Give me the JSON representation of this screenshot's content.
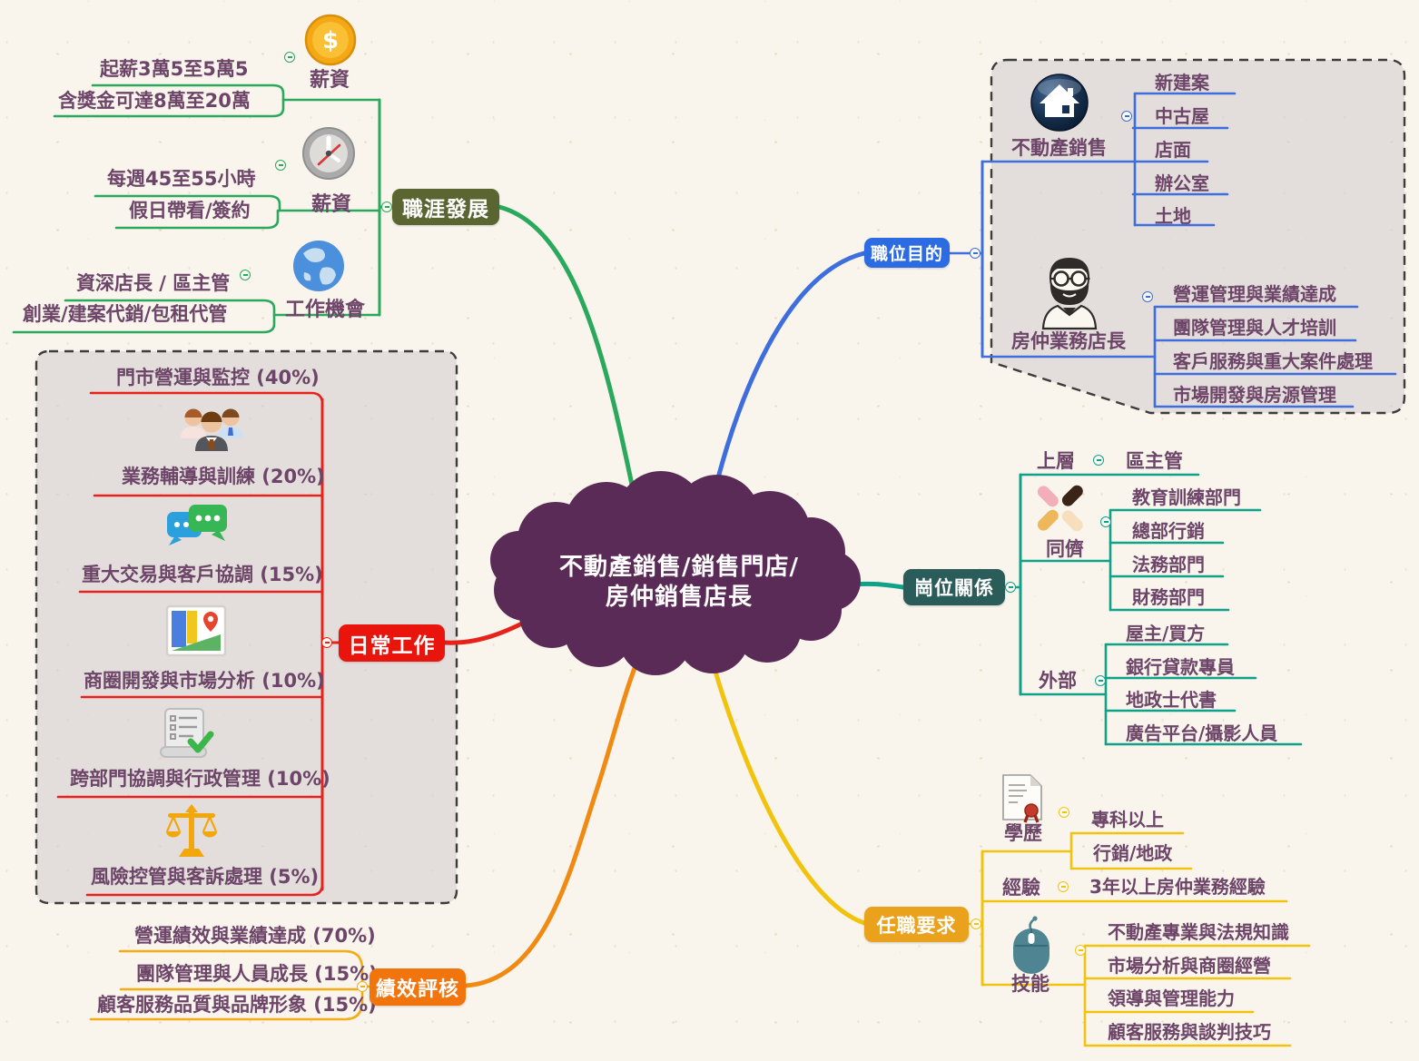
{
  "center": {
    "line1": "不動產銷售/銷售門店/",
    "line2": "房仲銷售店長"
  },
  "colors": {
    "career_line": "#2aa85c",
    "career_node": "#5b6532",
    "purpose_line": "#3e6edd",
    "purpose_node": "#2d6be2",
    "daily_line": "#e7221a",
    "daily_node": "#e9150d",
    "relations_line": "#10a189",
    "relations_node": "#2a5c59",
    "performance_line": "#f3ac14",
    "performance_curve": "#f08a12",
    "performance_node": "#f2740d",
    "requirements_line": "#f2c30d",
    "requirements_node": "#eaa21c",
    "cloud": "#5a2b57",
    "text": "#6d4568"
  },
  "icons": {
    "coin_symbol": "$"
  },
  "career": {
    "node": "職涯發展",
    "salary": {
      "label": "薪資",
      "items": [
        "起薪3萬5至5萬5",
        "含獎金可達8萬至20萬"
      ]
    },
    "hours": {
      "label": "薪資",
      "items": [
        "每週45至55小時",
        "假日帶看/簽約"
      ]
    },
    "opportunity": {
      "label": "工作機會",
      "items": [
        "資深店長 / 區主管",
        "創業/建案代銷/包租代管"
      ]
    }
  },
  "purpose": {
    "node": "職位目的",
    "sales": {
      "label": "不動產銷售",
      "items": [
        "新建案",
        "中古屋",
        "店面",
        "辦公室",
        "土地"
      ]
    },
    "manager": {
      "label": "房仲業務店長",
      "items": [
        "營運管理與業績達成",
        "團隊管理與人才培訓",
        "客戶服務與重大案件處理",
        "市場開發與房源管理"
      ]
    }
  },
  "daily": {
    "node": "日常工作",
    "items": [
      "門市營運與監控 (40%)",
      "業務輔導與訓練 (20%)",
      "重大交易與客戶協調 (15%)",
      "商圈開發與市場分析 (10%)",
      "跨部門協調與行政管理 (10%)",
      "風險控管與客訴處理 (5%)"
    ]
  },
  "relations": {
    "node": "崗位關係",
    "upper": {
      "label": "上層",
      "item": "區主管"
    },
    "peers": {
      "label": "同儕",
      "items": [
        "教育訓練部門",
        "總部行銷",
        "法務部門",
        "財務部門"
      ]
    },
    "external": {
      "label": "外部",
      "items": [
        "屋主/買方",
        "銀行貸款專員",
        "地政士代書",
        "廣告平台/攝影人員"
      ]
    }
  },
  "performance": {
    "node": "績效評核",
    "items": [
      "營運績效與業績達成 (70%)",
      "團隊管理與人員成長 (15%)",
      "顧客服務品質與品牌形象 (15%)"
    ]
  },
  "requirements": {
    "node": "任職要求",
    "education": {
      "label": "學歷",
      "items": [
        "專科以上",
        "行銷/地政"
      ]
    },
    "experience": {
      "label": "經驗",
      "item": "3年以上房仲業務經驗"
    },
    "skills": {
      "label": "技能",
      "items": [
        "不動產專業與法規知識",
        "市場分析與商圈經營",
        "領導與管理能力",
        "顧客服務與談判技巧"
      ]
    }
  }
}
